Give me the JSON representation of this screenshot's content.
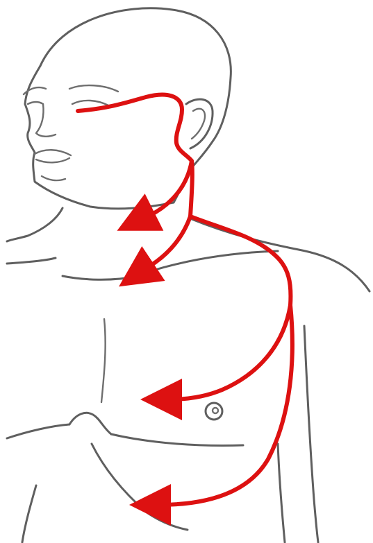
{
  "colors": {
    "route": "#dd1111",
    "outline": "#5f5f5f",
    "background": "#ffffff"
  },
  "figure": {
    "subject": "head-neck-torso-line-drawing",
    "routes": [
      {
        "name": "eye-to-neck-trunk"
      },
      {
        "name": "upper-neck-branch"
      },
      {
        "name": "lower-neck-branch"
      },
      {
        "name": "shoulder-trunk"
      },
      {
        "name": "chest-branch"
      },
      {
        "name": "lower-chest-branch"
      }
    ]
  }
}
